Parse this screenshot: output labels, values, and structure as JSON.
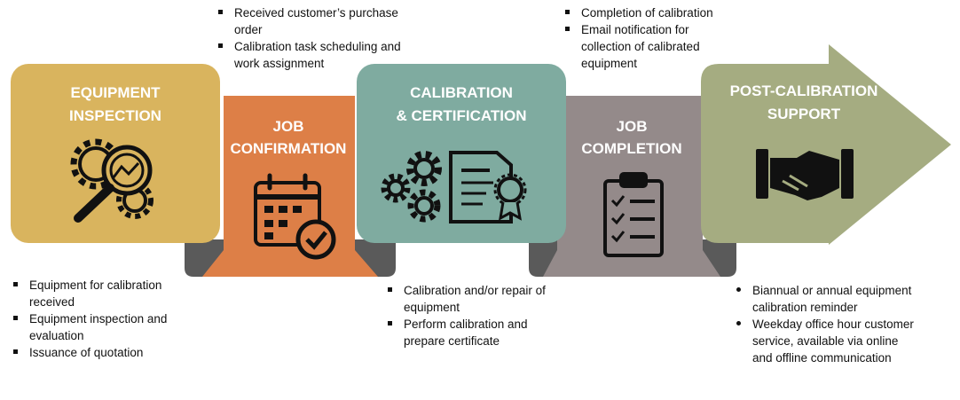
{
  "colors": {
    "inspection": "#d9b45e",
    "confirmation": "#dd7f47",
    "calibration": "#7faba0",
    "completion": "#948a8a",
    "support": "#a5ac81",
    "shadow": "#5a5a5a"
  },
  "stages": [
    {
      "line1": "EQUIPMENT",
      "line2": "INSPECTION",
      "icon": "gear-magnifier-icon"
    },
    {
      "line1": "JOB",
      "line2": "CONFIRMATION",
      "icon": "calendar-check-icon"
    },
    {
      "line1": "CALIBRATION",
      "line2": "& CERTIFICATION",
      "icon": "gears-certificate-icon"
    },
    {
      "line1": "JOB",
      "line2": "COMPLETION",
      "icon": "clipboard-checklist-icon"
    },
    {
      "line1": "POST-CALIBRATION",
      "line2": "SUPPORT",
      "icon": "handshake-icon"
    }
  ],
  "notes": {
    "inspection": [
      "Equipment for calibration received",
      "Equipment inspection and evaluation",
      "Issuance of quotation"
    ],
    "confirmation": [
      "Received customer’s purchase order",
      "Calibration task scheduling and work assignment"
    ],
    "calibration": [
      "Calibration and/or repair of equipment",
      "Perform calibration and prepare certificate"
    ],
    "completion": [
      "Completion of calibration",
      "Email notification for collection of calibrated equipment"
    ],
    "support": [
      "Biannual or annual equipment calibration reminder",
      "Weekday office hour customer service, available via online and offline communication"
    ]
  }
}
